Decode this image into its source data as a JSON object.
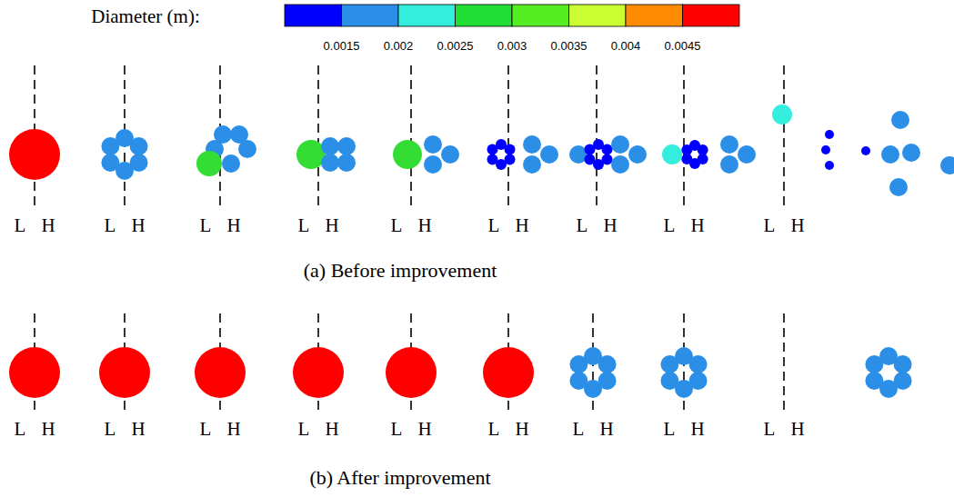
{
  "diagram": {
    "labels": [
      "Diameter (m):",
      "0.0015",
      "0.002",
      "0.0025",
      "0.003",
      "0.0035",
      "0.004",
      "0.0045",
      "L",
      "H",
      "L",
      "H",
      "L",
      "H",
      "L",
      "H",
      "L",
      "H",
      "L",
      "H",
      "L",
      "H",
      "L",
      "H",
      "L",
      "H",
      "(a) Before improvement",
      "L",
      "H",
      "L",
      "H",
      "L",
      "H",
      "L",
      "H",
      "L",
      "H",
      "L",
      "H",
      "L",
      "H",
      "L",
      "H",
      "L",
      "H",
      "(b) After improvement"
    ]
  }
}
